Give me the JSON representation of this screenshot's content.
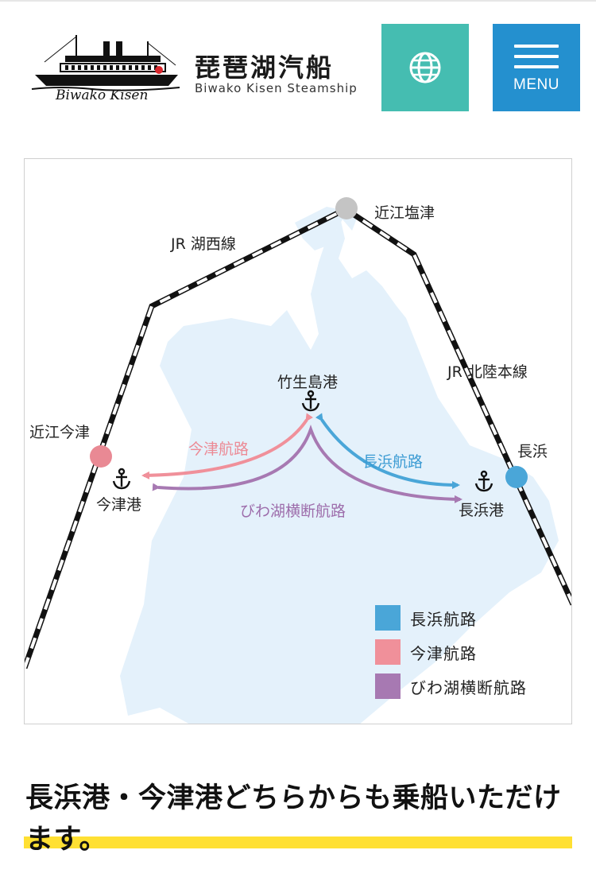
{
  "header": {
    "logo_text": "Biwako Kisen",
    "title": "琵琶湖汽船",
    "subtitle": "Biwako Kisen Steamship",
    "globe_icon": "globe-icon",
    "menu_label": "MENU",
    "colors": {
      "globe_bg": "#45bdb1",
      "menu_bg": "#2490cf"
    }
  },
  "map": {
    "rail_lines": {
      "west": "JR 湖西線",
      "east": "JR 北陸本線"
    },
    "stations": {
      "shiotsu": "近江塩津",
      "imazu": "近江今津",
      "nagahama": "長浜"
    },
    "ports": {
      "chikubushima": "竹生島港",
      "imazu": "今津港",
      "nagahama": "長浜港"
    },
    "routes": {
      "imazu": "今津航路",
      "nagahama": "長浜航路",
      "biwako_crossing": "びわ湖横断航路"
    },
    "legend": [
      {
        "label": "長浜航路",
        "color": "#4aa6d8"
      },
      {
        "label": "今津航路",
        "color": "#f0909a"
      },
      {
        "label": "びわ湖横断航路",
        "color": "#a779b2"
      }
    ]
  },
  "headline": "長浜港・今津港どちらからも乗船いただけます。"
}
